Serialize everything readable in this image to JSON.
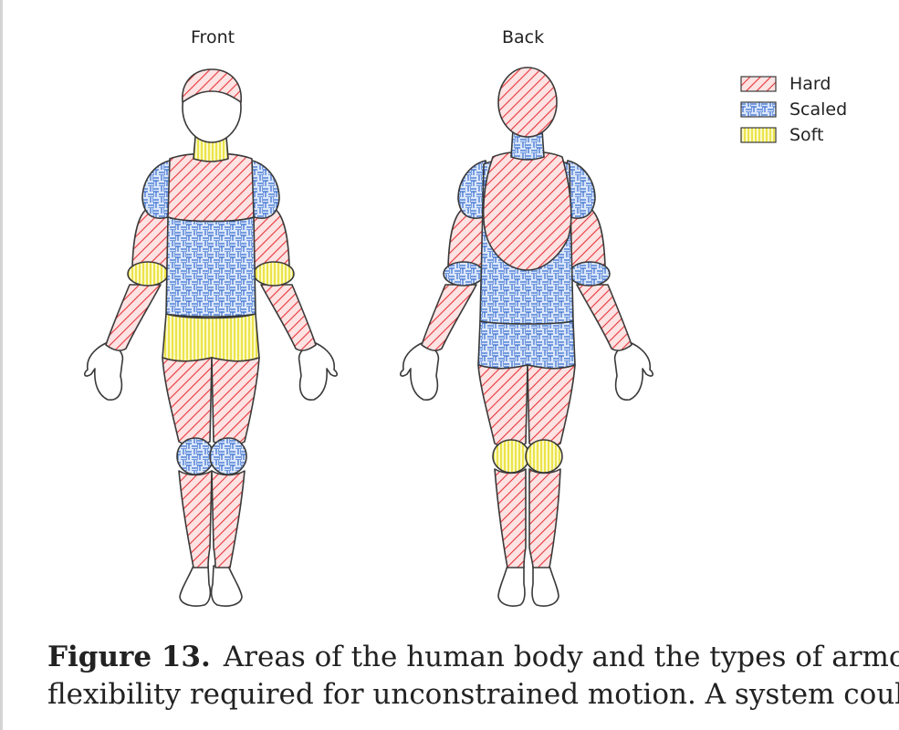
{
  "views": {
    "front_label": "Front",
    "back_label": "Back"
  },
  "legend": [
    {
      "label": "Hard",
      "pattern": "hard",
      "color": "#e8363a",
      "fill": "#fde3e3"
    },
    {
      "label": "Scaled",
      "pattern": "scaled",
      "color": "#3a6fd0",
      "fill": "#dbe7fa"
    },
    {
      "label": "Soft",
      "pattern": "soft",
      "color": "#e9df2a",
      "fill": "#fbf9c8"
    }
  ],
  "caption": {
    "label": "Figure 13.",
    "line1": "Areas of the human body and the types of armour",
    "line2": "flexibility required for unconstrained motion. A system could"
  }
}
